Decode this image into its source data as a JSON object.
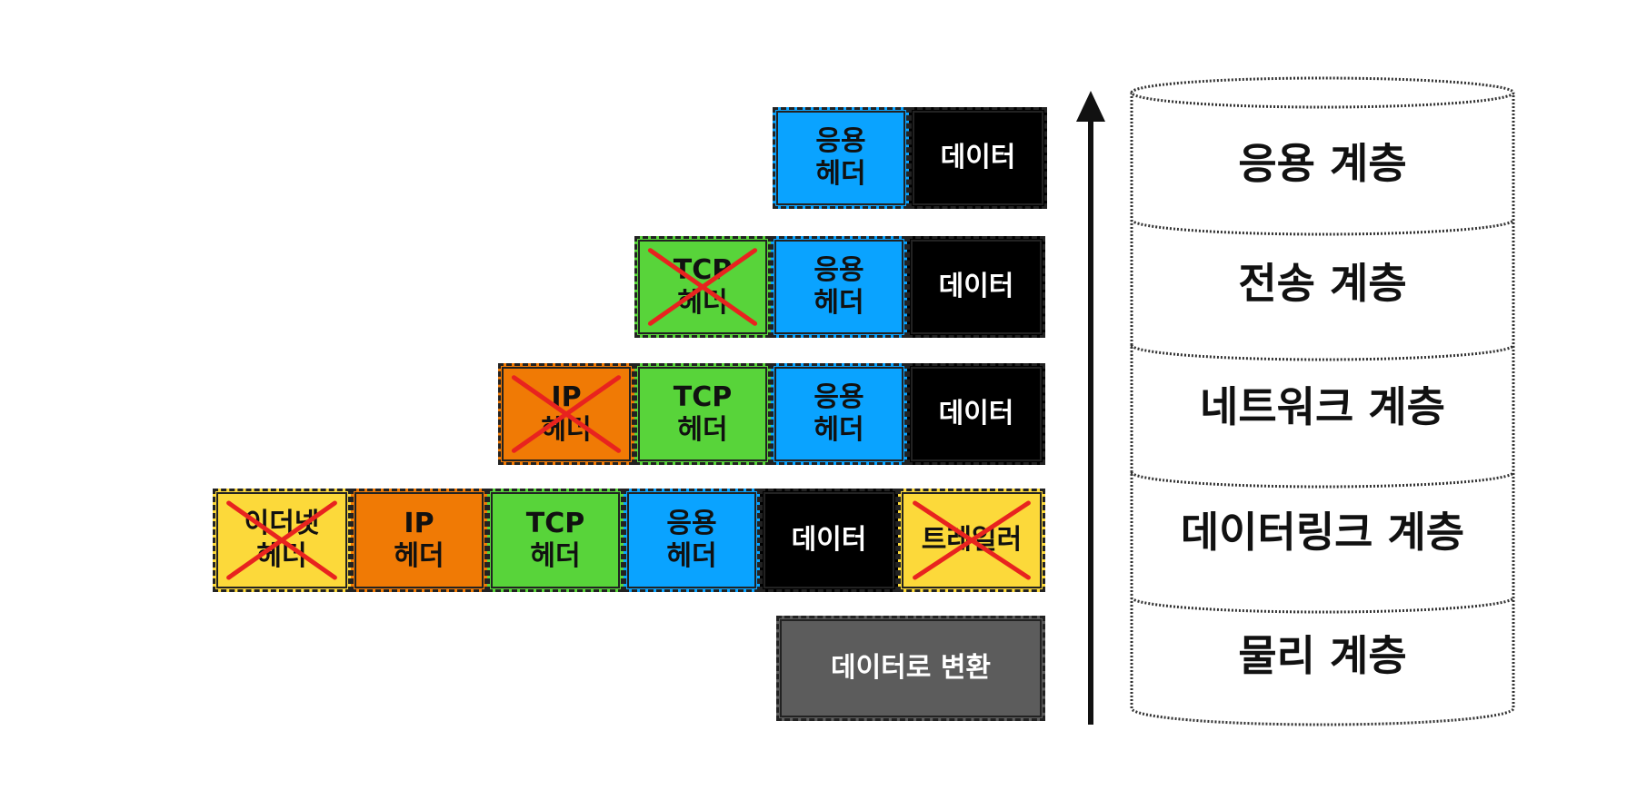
{
  "colors": {
    "app_header": "#0aa3ff",
    "data": "#000000",
    "tcp_header": "#58d43a",
    "ip_header": "#f07a05",
    "ethernet": "#fcd93a",
    "converted": "#5c5c5c",
    "cross": "#e8231f"
  },
  "rows": [
    {
      "blocks": [
        {
          "label": "응용\n헤더",
          "kind": "app_header",
          "crossed": false
        },
        {
          "label": "데이터",
          "kind": "data",
          "crossed": false
        }
      ]
    },
    {
      "blocks": [
        {
          "label": "TCP\n헤더",
          "kind": "tcp_header",
          "crossed": true
        },
        {
          "label": "응용\n헤더",
          "kind": "app_header",
          "crossed": false
        },
        {
          "label": "데이터",
          "kind": "data",
          "crossed": false
        }
      ]
    },
    {
      "blocks": [
        {
          "label": "IP\n헤더",
          "kind": "ip_header",
          "crossed": true
        },
        {
          "label": "TCP\n헤더",
          "kind": "tcp_header",
          "crossed": false
        },
        {
          "label": "응용\n헤더",
          "kind": "app_header",
          "crossed": false
        },
        {
          "label": "데이터",
          "kind": "data",
          "crossed": false
        }
      ]
    },
    {
      "blocks": [
        {
          "label": "이더넷\n헤더",
          "kind": "ethernet",
          "crossed": true
        },
        {
          "label": "IP\n헤더",
          "kind": "ip_header",
          "crossed": false
        },
        {
          "label": "TCP\n헤더",
          "kind": "tcp_header",
          "crossed": false
        },
        {
          "label": "응용\n헤더",
          "kind": "app_header",
          "crossed": false
        },
        {
          "label": "데이터",
          "kind": "data",
          "crossed": false
        },
        {
          "label": "트레일러",
          "kind": "ethernet",
          "crossed": true
        }
      ]
    },
    {
      "blocks": [
        {
          "label": "데이터로 변환",
          "kind": "converted",
          "crossed": false
        }
      ]
    }
  ],
  "layers": [
    {
      "label": "응용 계층"
    },
    {
      "label": "전송 계층"
    },
    {
      "label": "네트워크 계층"
    },
    {
      "label": "데이터링크 계층"
    },
    {
      "label": "물리 계층"
    }
  ]
}
